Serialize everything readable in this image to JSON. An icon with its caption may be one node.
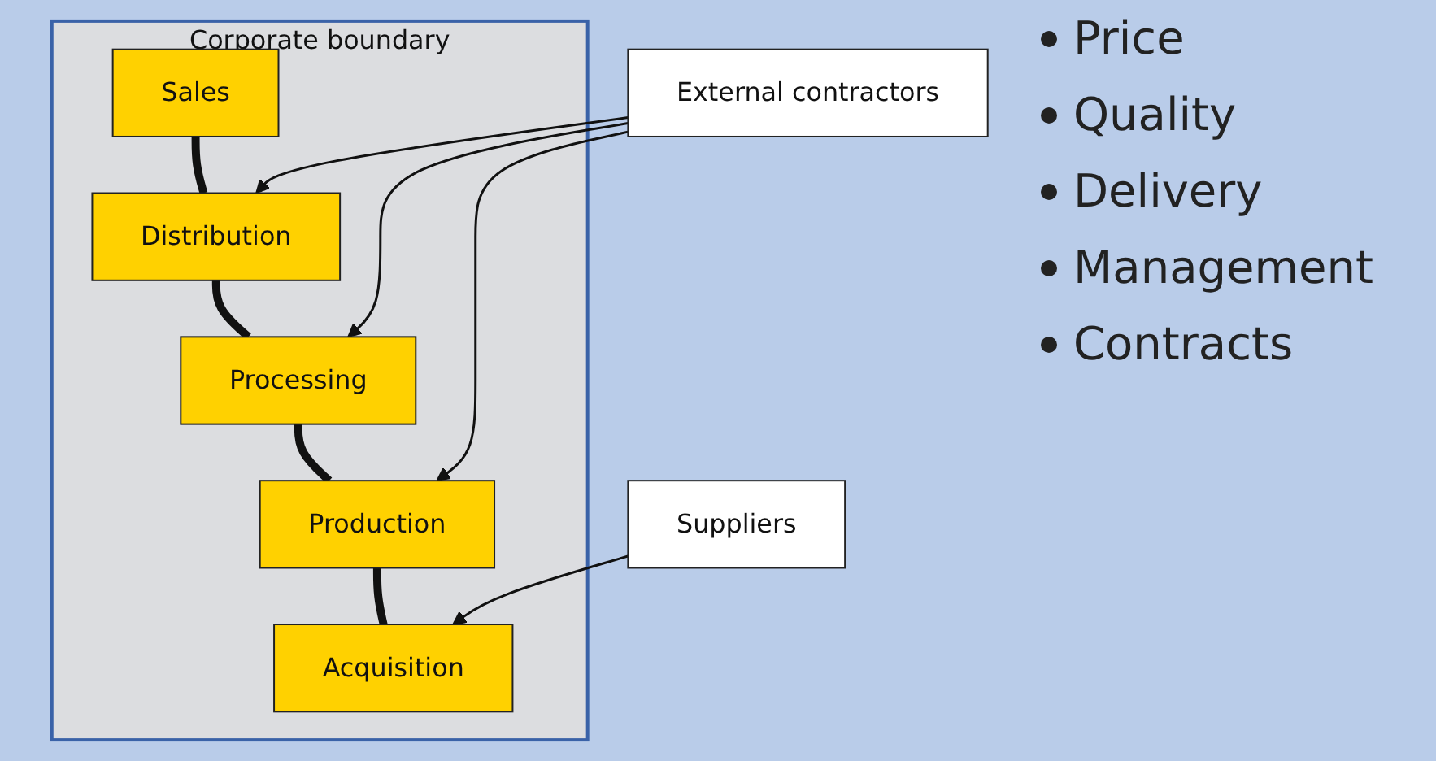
{
  "diagram": {
    "nodes": [
      {
        "text": [
          "Corporate boundary"
        ]
      },
      {
        "text": [
          "Sales"
        ],
        "in": 0
      },
      {
        "text": [
          "Distribution"
        ],
        "in": 0
      },
      {
        "text": [
          "Processing"
        ],
        "in": 0
      },
      {
        "text": [
          "Production"
        ],
        "in": 0
      },
      {
        "text": [
          "Acquisition"
        ],
        "in": 0
      },
      {
        "text": [
          "External contractors"
        ]
      },
      {
        "text": [
          "Suppliers"
        ]
      }
    ],
    "edges": [
      {
        "from": 1,
        "to": 2,
        "arrow": "none",
        "style": "thick"
      },
      {
        "from": 2,
        "to": 3,
        "arrow": "none",
        "style": "thick"
      },
      {
        "from": 3,
        "to": 4,
        "arrow": "none",
        "style": "thick"
      },
      {
        "from": 4,
        "to": 5,
        "arrow": "none",
        "style": "thick"
      },
      {
        "from": 6,
        "to": 2,
        "arrow": "to"
      },
      {
        "from": 6,
        "to": 3,
        "arrow": "to"
      },
      {
        "from": 6,
        "to": 4,
        "arrow": "to"
      },
      {
        "from": 7,
        "to": 5,
        "arrow": "to"
      }
    ],
    "labels": [
      "Price",
      "Quality",
      "Delivery",
      "Management",
      "Contracts"
    ]
  }
}
